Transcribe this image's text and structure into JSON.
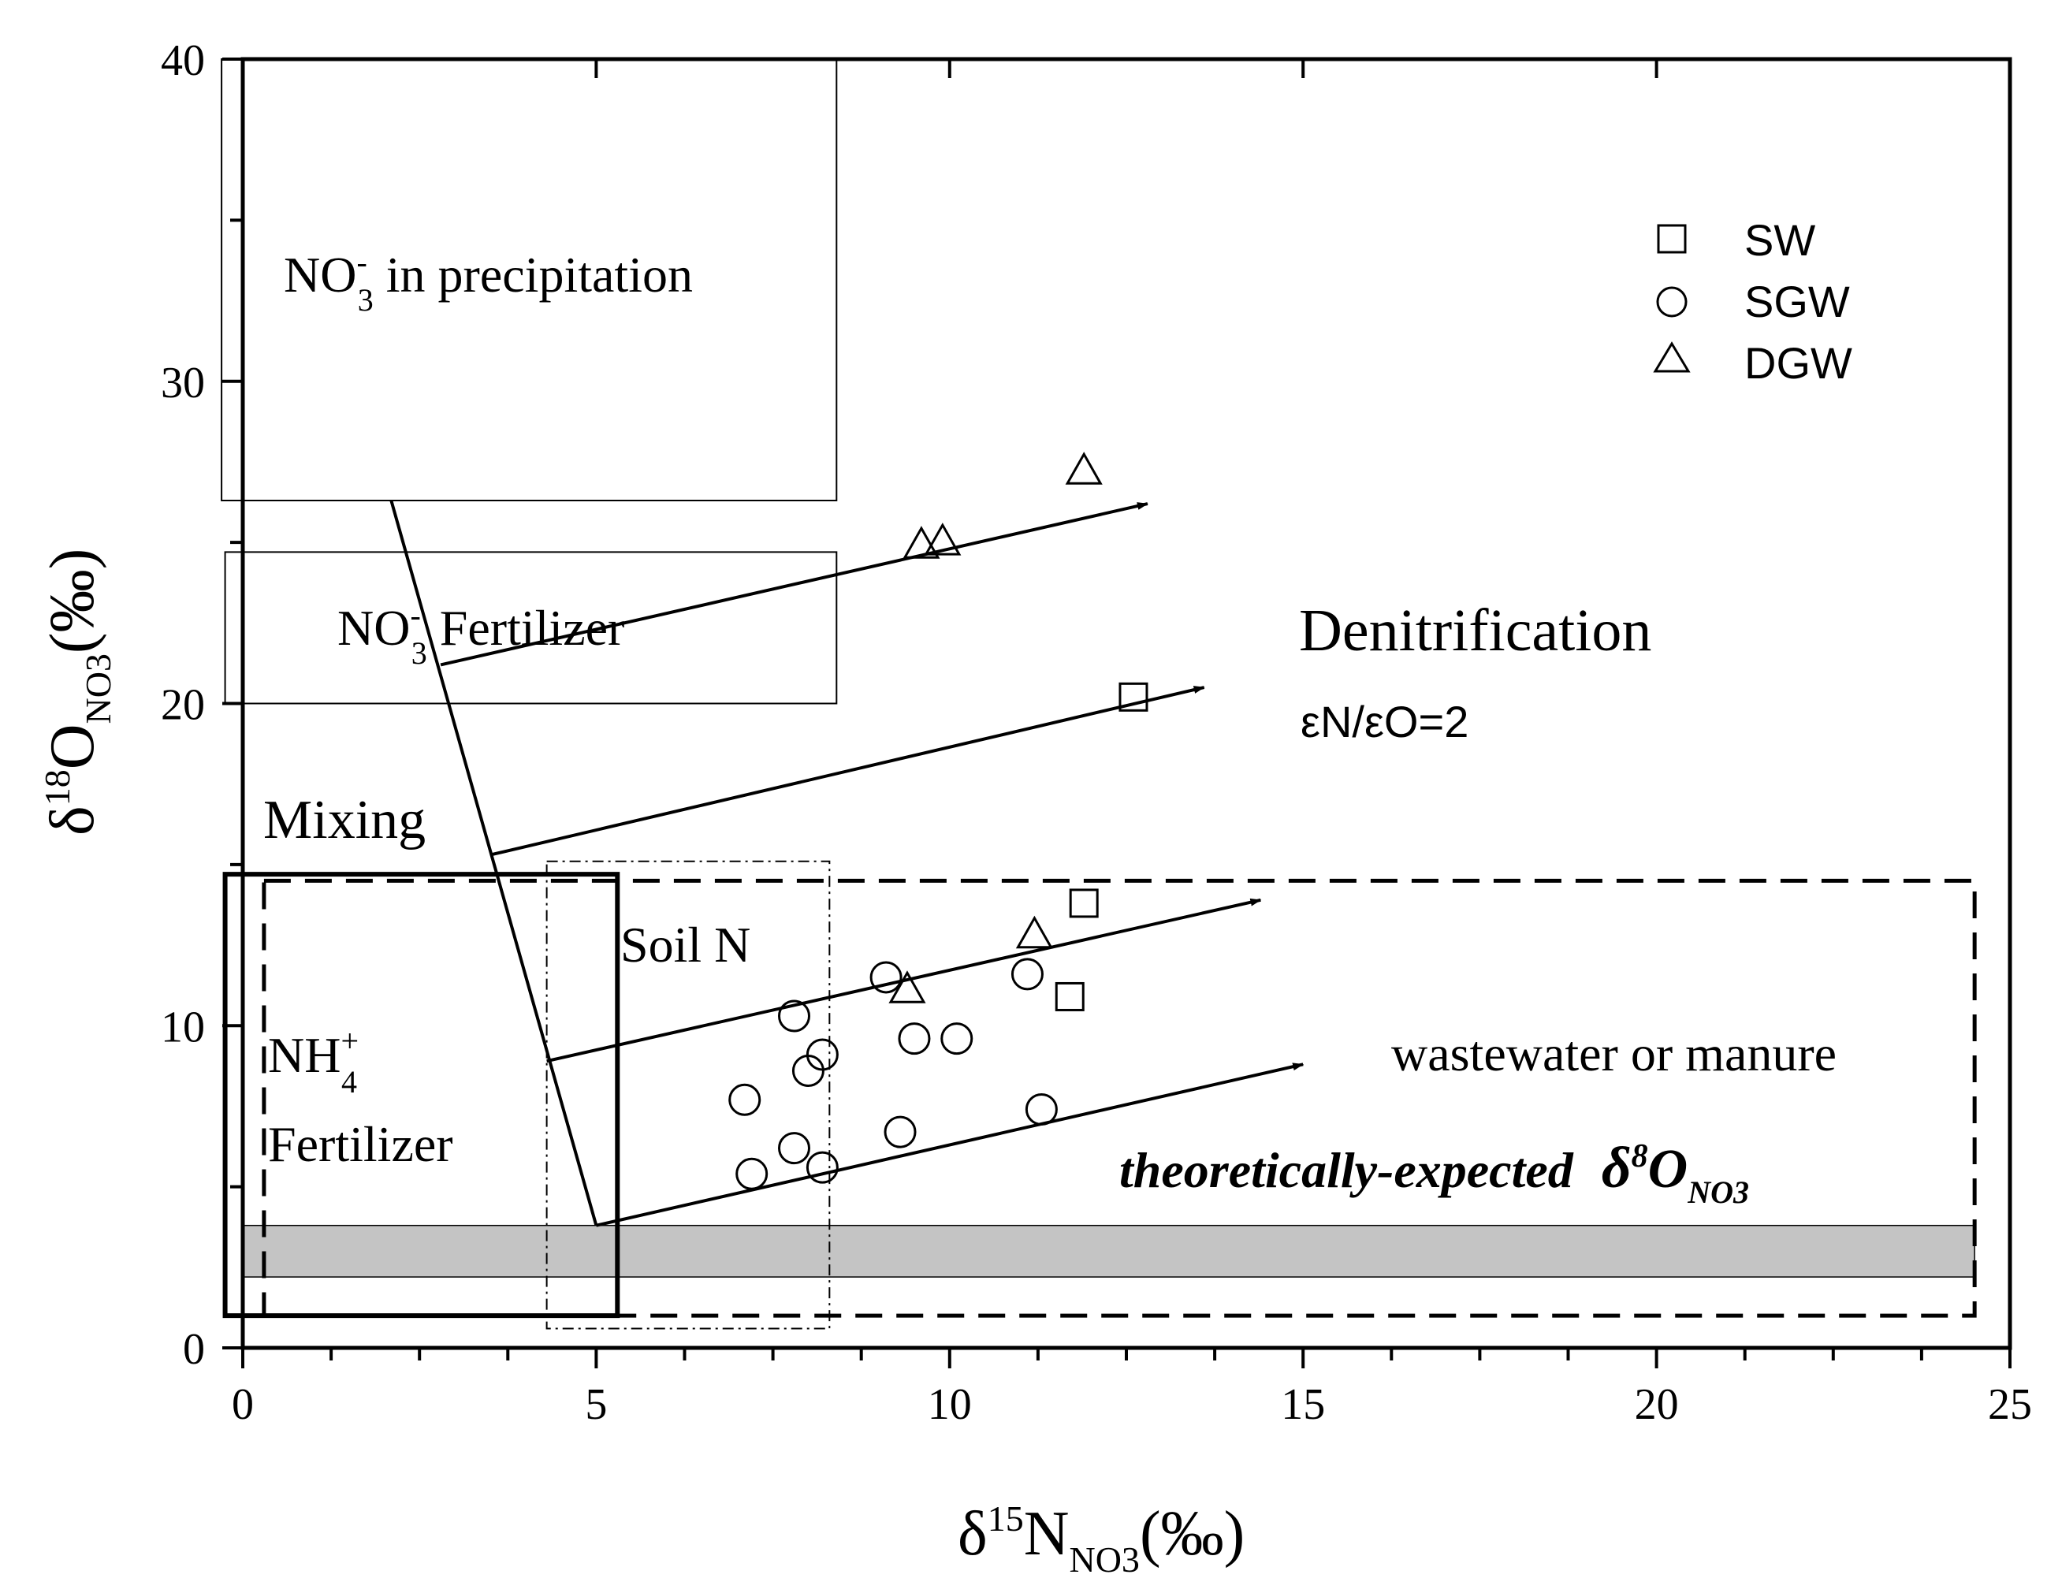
{
  "chart_data": {
    "type": "scatter",
    "xlabel": {
      "main": "δ",
      "sup": "15",
      "mid": "N",
      "sub": "NO3",
      "unit": "(‰)"
    },
    "ylabel": {
      "main": "δ",
      "sup": "18",
      "mid": "O",
      "sub": "NO3",
      "unit": "(‰)"
    },
    "xlim": [
      0,
      25
    ],
    "ylim": [
      0,
      40
    ],
    "xticks": [
      0,
      5,
      10,
      15,
      20,
      25
    ],
    "yticks": [
      0,
      10,
      20,
      30,
      40
    ],
    "grid": false,
    "legend_position": "top-right",
    "series": [
      {
        "name": "SW",
        "marker": "square",
        "points": [
          [
            12.6,
            20.2
          ],
          [
            11.9,
            13.8
          ],
          [
            11.7,
            10.9
          ]
        ]
      },
      {
        "name": "SGW",
        "marker": "circle",
        "points": [
          [
            9.1,
            11.5
          ],
          [
            11.1,
            11.6
          ],
          [
            7.8,
            10.3
          ],
          [
            9.5,
            9.6
          ],
          [
            10.1,
            9.6
          ],
          [
            8.2,
            9.1
          ],
          [
            8.0,
            8.6
          ],
          [
            7.1,
            7.7
          ],
          [
            11.3,
            7.4
          ],
          [
            9.3,
            6.7
          ],
          [
            7.8,
            6.2
          ],
          [
            7.2,
            5.4
          ],
          [
            8.2,
            5.6
          ]
        ]
      },
      {
        "name": "DGW",
        "marker": "triangle",
        "points": [
          [
            11.9,
            27.2
          ],
          [
            9.6,
            24.9
          ],
          [
            9.9,
            25.0
          ],
          [
            11.2,
            12.8
          ],
          [
            9.4,
            11.1
          ]
        ]
      }
    ],
    "regions": [
      {
        "id": "precipitation",
        "label": "NO",
        "label_sup": "-",
        "label_sub": "3",
        "label_suffix": " in precipitation",
        "x": [
          -0.3,
          8.4
        ],
        "y": [
          26.3,
          40
        ]
      },
      {
        "id": "no3-fertilizer",
        "label": "NO",
        "label_sup": "-",
        "label_sub": "3",
        "label_suffix": " Fertilizer",
        "x": [
          -0.25,
          8.4
        ],
        "y": [
          20,
          24.7
        ]
      },
      {
        "id": "nh4-fertilizer",
        "label": "NH",
        "label_sup": "+",
        "label_sub": "4",
        "label_line2": "Fertilizer",
        "x": [
          -0.25,
          5.3
        ],
        "y": [
          1,
          14.7
        ]
      },
      {
        "id": "soil-n",
        "label": "Soil N",
        "x": [
          4.3,
          8.3
        ],
        "y": [
          0.6,
          15.1
        ]
      },
      {
        "id": "wastewater",
        "label": "wastewater or manure",
        "x": [
          0.3,
          24.5
        ],
        "y": [
          1,
          14.5
        ]
      },
      {
        "id": "theoretical-band",
        "label": "theoretically-expected",
        "label_symbol": "δ",
        "label_sup": "8",
        "label_mid": "O",
        "label_sub": "NO3",
        "x": [
          0,
          24.5
        ],
        "y": [
          2.2,
          3.8
        ]
      }
    ],
    "mixing_line": {
      "label": "Mixing",
      "from": [
        2.1,
        26.3
      ],
      "to": [
        5.0,
        3.8
      ]
    },
    "denitrification_arrows": [
      {
        "from": [
          2.8,
          21.2
        ],
        "to": [
          12.8,
          26.2
        ]
      },
      {
        "from": [
          3.5,
          15.3
        ],
        "to": [
          13.6,
          20.5
        ]
      },
      {
        "from": [
          4.3,
          8.9
        ],
        "to": [
          14.4,
          13.9
        ]
      },
      {
        "from": [
          5.0,
          3.8
        ],
        "to": [
          15.0,
          8.8
        ]
      }
    ],
    "annotations": {
      "denitrification": "Denitrification",
      "ratio": "εN/εO=2"
    }
  }
}
